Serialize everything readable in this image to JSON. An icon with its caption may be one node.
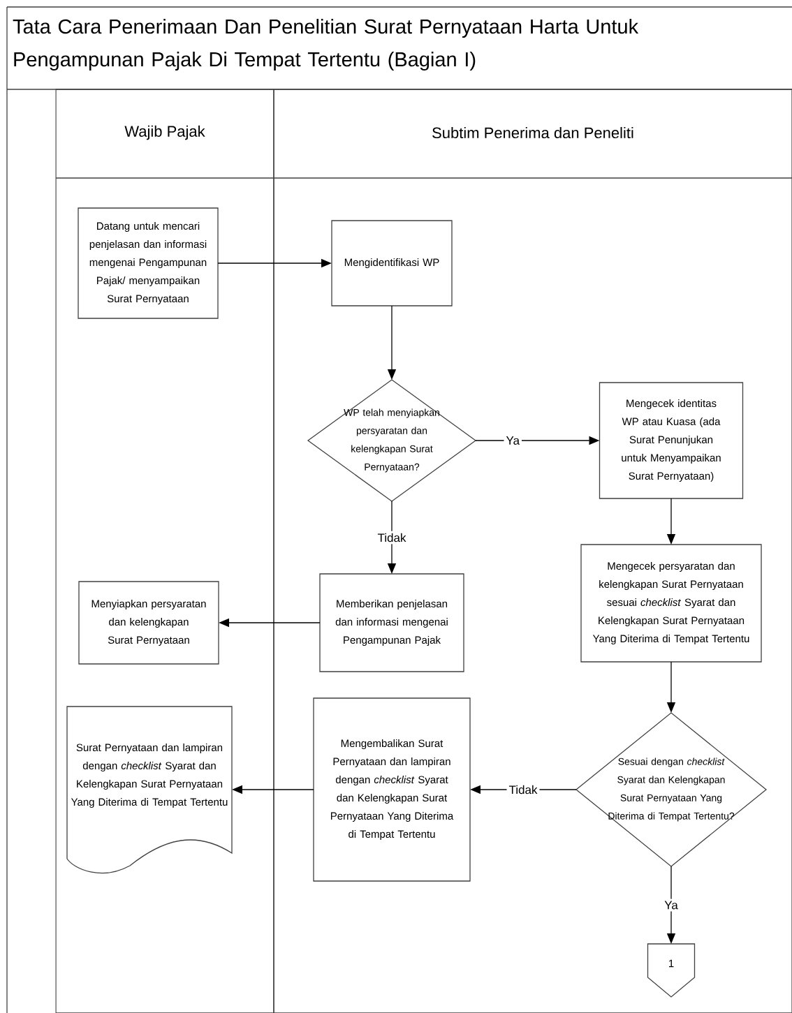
{
  "diagram": {
    "title": "Tata Cara Penerimaan Dan Penelitian Surat Pernyataan Harta Untuk Pengampunan Pajak Di Tempat Tertentu (Bagian I)",
    "nodes": [
      {
        "text": [
          "Wajib Pajak"
        ]
      },
      {
        "text": [
          "Subtim Penerima dan Peneliti"
        ]
      },
      {
        "text": [
          "Datang untuk mencari penjelasan dan informasi mengenai Pengampunan Pajak/ menyampaikan Surat Pernyataan"
        ],
        "in": 0
      },
      {
        "text": [
          "Mengidentifikasi WP"
        ],
        "in": 1
      },
      {
        "text": [
          "WP telah menyiapkan persyaratan dan kelengkapan Surat Pernyataan?"
        ],
        "in": 1
      },
      {
        "text": [
          "Mengecek identitas WP atau Kuasa (ada Surat Penunjukan untuk Menyampaikan Surat Pernyataan)"
        ],
        "in": 1
      },
      {
        "text": [
          "Menyiapkan persyaratan dan kelengkapan Surat Pernyataan"
        ],
        "in": 0
      },
      {
        "text": [
          "Memberikan penjelasan dan informasi mengenai Pengampunan Pajak"
        ],
        "in": 1
      },
      {
        "text": [
          "Mengecek persyaratan dan kelengkapan Surat Pernyataan sesuai *checklist* Syarat dan Kelengkapan Surat Pernyataan Yang Diterima di Tempat Tertentu"
        ],
        "in": 1
      },
      {
        "text": [
          "Surat Pernyataan dan lampiran dengan *checklist* Syarat dan Kelengkapan Surat Pernyataan Yang Diterima di Tempat Tertentu"
        ],
        "in": 0
      },
      {
        "text": [
          "Mengembalikan Surat Pernyataan dan lampiran dengan *checklist* Syarat dan Kelengkapan Surat Pernyataan Yang Diterima di Tempat Tertentu"
        ],
        "in": 1
      },
      {
        "text": [
          "Sesuai dengan *checklist* Syarat dan Kelengkapan Surat Pernyataan Yang Diterima di Tempat Tertentu?"
        ],
        "in": 1
      },
      {
        "text": [
          "1"
        ],
        "in": 1
      }
    ],
    "edges": [
      {
        "from": 2,
        "to": 3,
        "arrow": "to"
      },
      {
        "from": 3,
        "to": 4,
        "arrow": "to"
      },
      {
        "from": 4,
        "to": 5,
        "arrow": "to",
        "label": "Ya"
      },
      {
        "from": 4,
        "to": 7,
        "arrow": "to",
        "label": "Tidak"
      },
      {
        "from": 7,
        "to": 6,
        "arrow": "to"
      },
      {
        "from": 5,
        "to": 8,
        "arrow": "to"
      },
      {
        "from": 8,
        "to": 11,
        "arrow": "to"
      },
      {
        "from": 11,
        "to": 10,
        "arrow": "to",
        "label": "Tidak"
      },
      {
        "from": 10,
        "to": 9,
        "arrow": "to"
      },
      {
        "from": 11,
        "to": 12,
        "arrow": "to",
        "label": "Ya"
      }
    ]
  }
}
